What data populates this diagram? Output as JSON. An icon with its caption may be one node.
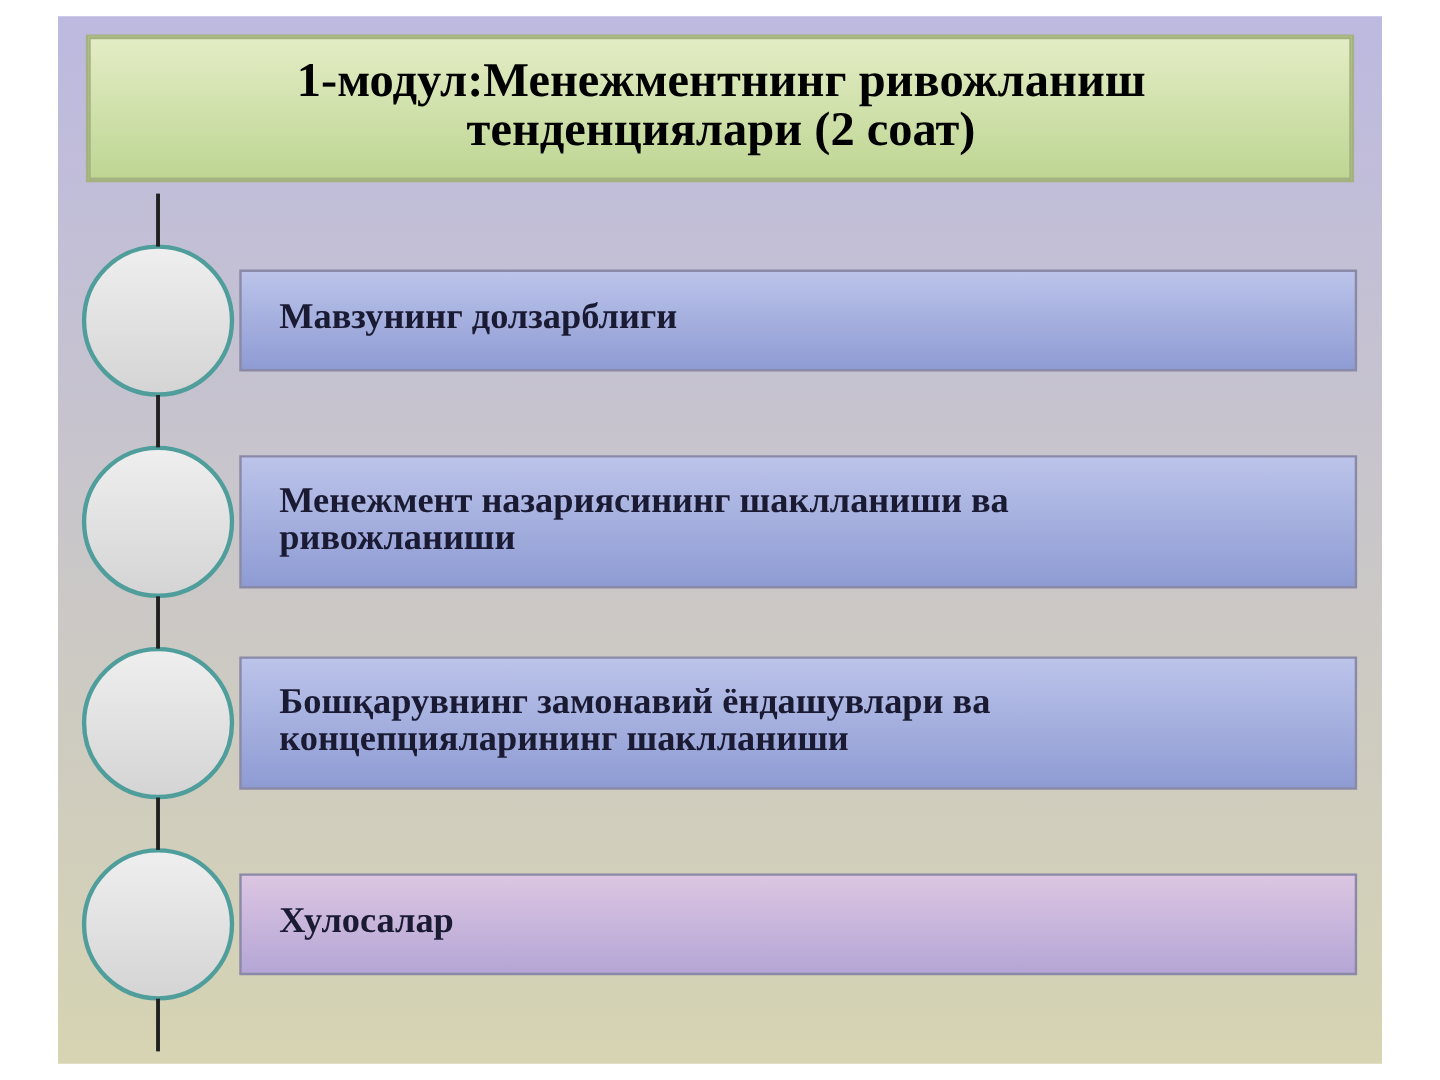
{
  "diagram": {
    "title": "1-модул:Менежментнинг ривожланиш тенденциялари (2 соат)",
    "nodes": [
      {
        "text": [],
        "shape": "circle"
      },
      {
        "text": [
          "Мавзунинг долзарблиги"
        ]
      },
      {
        "text": [],
        "shape": "circle"
      },
      {
        "text": [
          "Менежмент назариясининг шаклланиши ва ривожланиши"
        ]
      },
      {
        "text": [],
        "shape": "circle"
      },
      {
        "text": [
          "Бошқарувнинг замонавий ёндашувлари ва концепцияларининг шаклланиши"
        ]
      },
      {
        "text": [],
        "shape": "circle"
      },
      {
        "text": [
          "Хулосалар"
        ]
      }
    ],
    "edges": [
      {
        "from": null,
        "to": 0,
        "arrow": "none"
      },
      {
        "from": 0,
        "to": 2,
        "arrow": "none"
      },
      {
        "from": 2,
        "to": 4,
        "arrow": "none"
      },
      {
        "from": 4,
        "to": 6,
        "arrow": "none"
      },
      {
        "from": 6,
        "to": null,
        "arrow": "none"
      }
    ]
  }
}
